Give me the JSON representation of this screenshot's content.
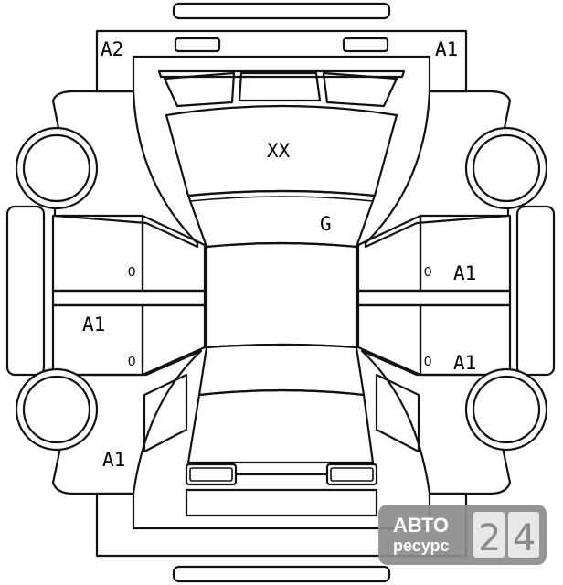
{
  "diagram": {
    "marks": {
      "front_left": "A2",
      "front_right": "A1",
      "hood": "XX",
      "windshield": "G",
      "right_front_door": "A1",
      "left_rear_door": "A1",
      "right_rear_door": "A1",
      "left_rear_quarter": "A1"
    },
    "handle_code": "0"
  },
  "logo": {
    "line1": "АВТО",
    "line2": "ресурс",
    "digit1": "2",
    "digit2": "4",
    "colors": {
      "panel": "#8c8c8c",
      "plate": "#e8e8e8",
      "digit": "#8a8a8a"
    }
  }
}
